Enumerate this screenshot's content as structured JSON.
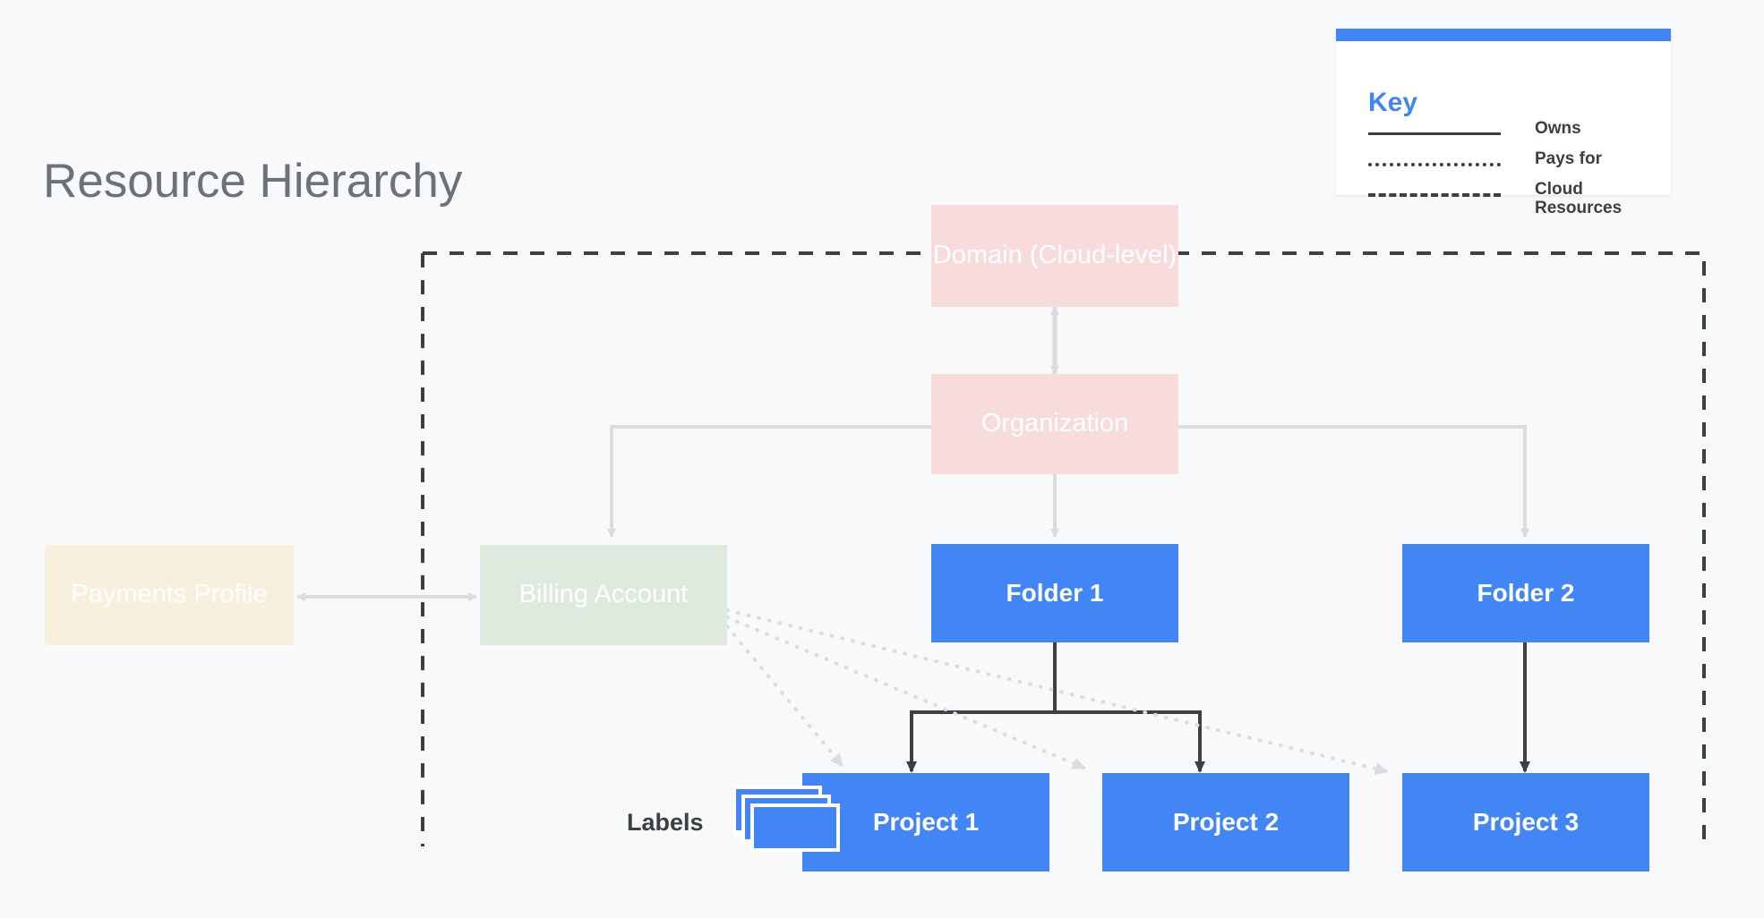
{
  "title": "Resource Hierarchy",
  "colors": {
    "background": "#f7f9fb",
    "blue": "#4285f4",
    "pink": "#f8dcdc",
    "cream": "#f8efdc",
    "green": "#dfeade",
    "title_gray": "#6d7278",
    "dark": "#3c4043",
    "light_connector": "#dadce0"
  },
  "key": {
    "title": "Key",
    "rows": [
      {
        "style": "solid",
        "label": "Owns"
      },
      {
        "style": "dotted",
        "label": "Pays for"
      },
      {
        "style": "dashed",
        "label": "Cloud\nResources"
      }
    ]
  },
  "nodes": {
    "domain": {
      "label": "Domain (Cloud-level)",
      "type": "pink"
    },
    "organization": {
      "label": "Organization",
      "type": "pink"
    },
    "payments_profile": {
      "label": "Payments Profile",
      "type": "cream"
    },
    "billing_account": {
      "label": "Billing Account",
      "type": "green"
    },
    "folder1": {
      "label": "Folder 1",
      "type": "blue"
    },
    "folder2": {
      "label": "Folder 2",
      "type": "blue"
    },
    "project1": {
      "label": "Project 1",
      "type": "blue"
    },
    "project2": {
      "label": "Project 2",
      "type": "blue"
    },
    "project3": {
      "label": "Project 3",
      "type": "blue"
    }
  },
  "labels_annotation": {
    "text": "Labels"
  },
  "edges": [
    {
      "from": "domain",
      "to": "organization",
      "relation": "owns",
      "style": "bidirectional"
    },
    {
      "from": "organization",
      "to": "billing_account",
      "relation": "owns",
      "style": "elbow"
    },
    {
      "from": "organization",
      "to": "folder1",
      "relation": "owns",
      "style": "straight"
    },
    {
      "from": "organization",
      "to": "folder2",
      "relation": "owns",
      "style": "elbow"
    },
    {
      "from": "payments_profile",
      "to": "billing_account",
      "relation": "owns",
      "style": "bidirectional-horizontal"
    },
    {
      "from": "folder1",
      "to": "project1",
      "relation": "owns",
      "style": "elbow"
    },
    {
      "from": "folder1",
      "to": "project2",
      "relation": "owns",
      "style": "elbow"
    },
    {
      "from": "folder2",
      "to": "project3",
      "relation": "owns",
      "style": "straight"
    },
    {
      "from": "billing_account",
      "to": "project1",
      "relation": "pays for",
      "style": "dotted"
    },
    {
      "from": "billing_account",
      "to": "project2",
      "relation": "pays for",
      "style": "dotted"
    },
    {
      "from": "billing_account",
      "to": "project3",
      "relation": "pays for",
      "style": "dotted"
    }
  ],
  "cloud_resources_boundary": {
    "label": "Cloud Resources",
    "style": "dashed"
  }
}
